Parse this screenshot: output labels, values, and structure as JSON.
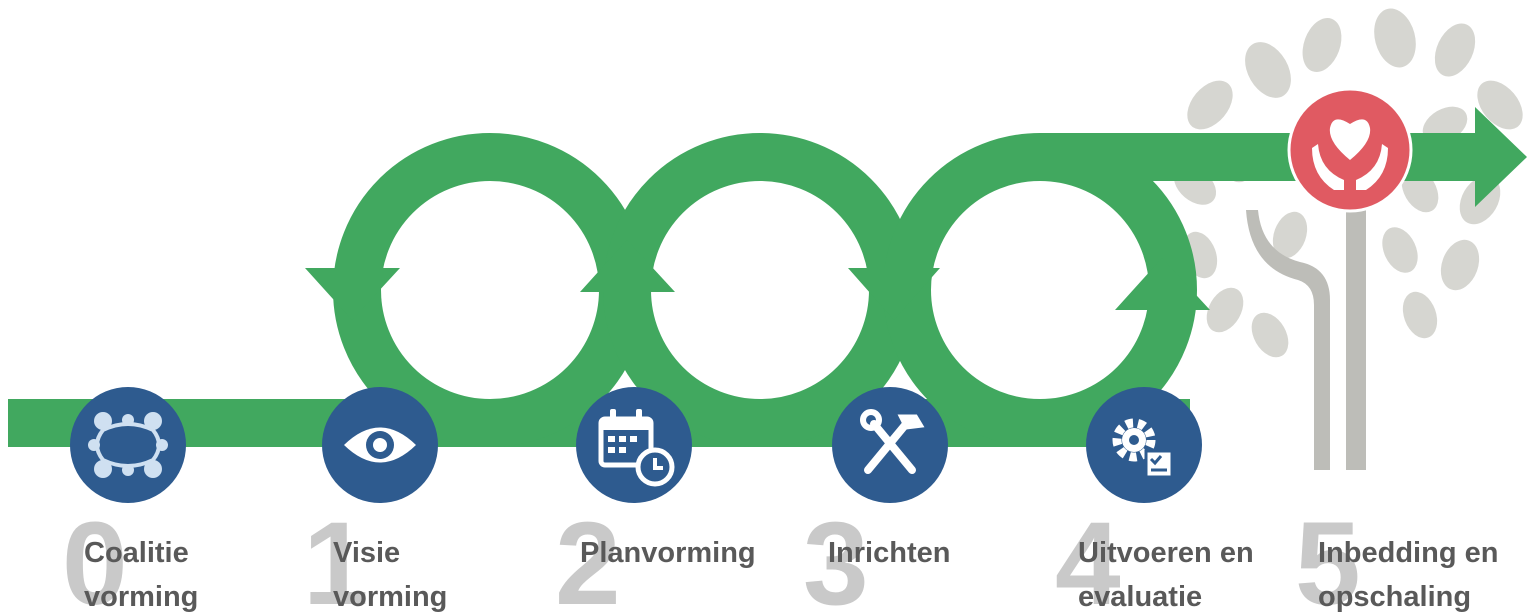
{
  "steps": [
    {
      "number": "0",
      "label_line1": "Coalitie",
      "label_line2": "vorming",
      "icon": "network-icon"
    },
    {
      "number": "1",
      "label_line1": "Visie",
      "label_line2": "vorming",
      "icon": "eye-icon"
    },
    {
      "number": "2",
      "label_line1": "Planvorming",
      "label_line2": "",
      "icon": "calendar-clock-icon"
    },
    {
      "number": "3",
      "label_line1": "Inrichten",
      "label_line2": "",
      "icon": "tools-icon"
    },
    {
      "number": "4",
      "label_line1": "Uitvoeren en",
      "label_line2": "evaluatie",
      "icon": "gear-checklist-icon"
    },
    {
      "number": "5",
      "label_line1": "Inbedding en",
      "label_line2": "opschaling",
      "icon": "heart-hands-icon"
    }
  ],
  "colors": {
    "flow_green": "#41a85f",
    "step_blue": "#2e5b8f",
    "final_red": "#e05a62",
    "number_gray": "#c9c9c9",
    "label_gray": "#595959",
    "tree_gray": "#cfcfca"
  }
}
